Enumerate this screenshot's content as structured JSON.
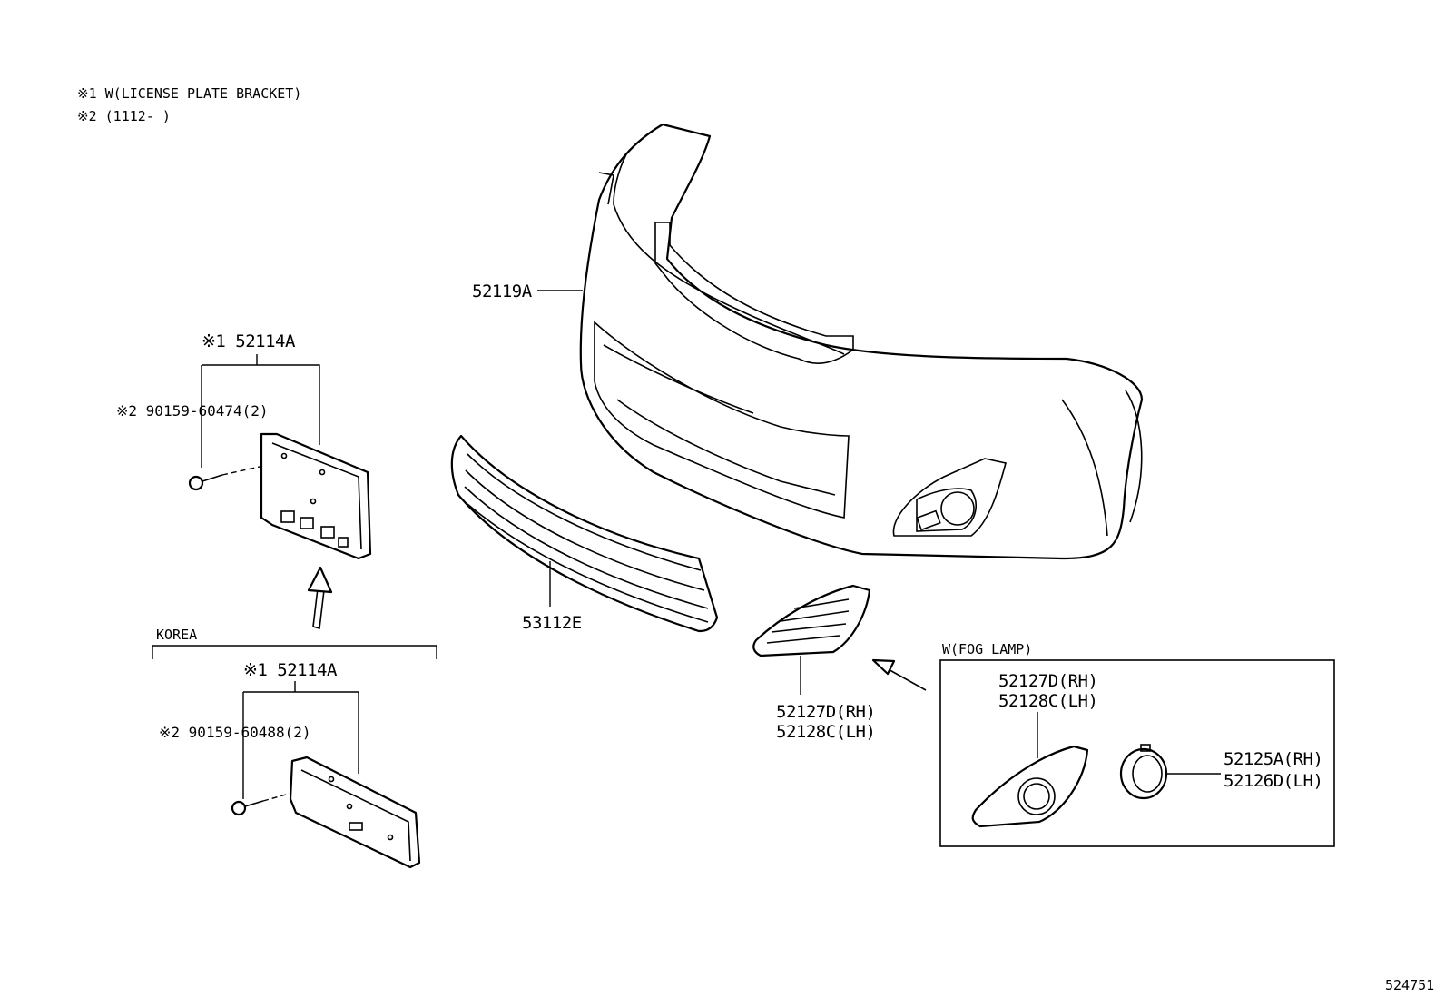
{
  "notes": {
    "note1": "※1 W(LICENSE PLATE BRACKET)",
    "note2": "※2 (1112-      )"
  },
  "labels": {
    "bumper_cover": "52119A",
    "lower_grille": "53112E",
    "fog_cover_rh": "52127D(RH)",
    "fog_cover_lh": "52128C(LH)",
    "bracket_upper": "※1 52114A",
    "screw_upper": "※2 90159-60474(2)",
    "korea": "KOREA",
    "bracket_lower": "※1 52114A",
    "screw_lower": "※2 90159-60488(2)",
    "fog_lamp_box": "W(FOG LAMP)",
    "fog_box_cover_rh": "52127D(RH)",
    "fog_box_cover_lh": "52128C(LH)",
    "fog_ring_rh": "52125A(RH)",
    "fog_ring_lh": "52126D(LH)",
    "diagram_id": "524751"
  },
  "colors": {
    "line": "#000000",
    "background": "#ffffff"
  }
}
